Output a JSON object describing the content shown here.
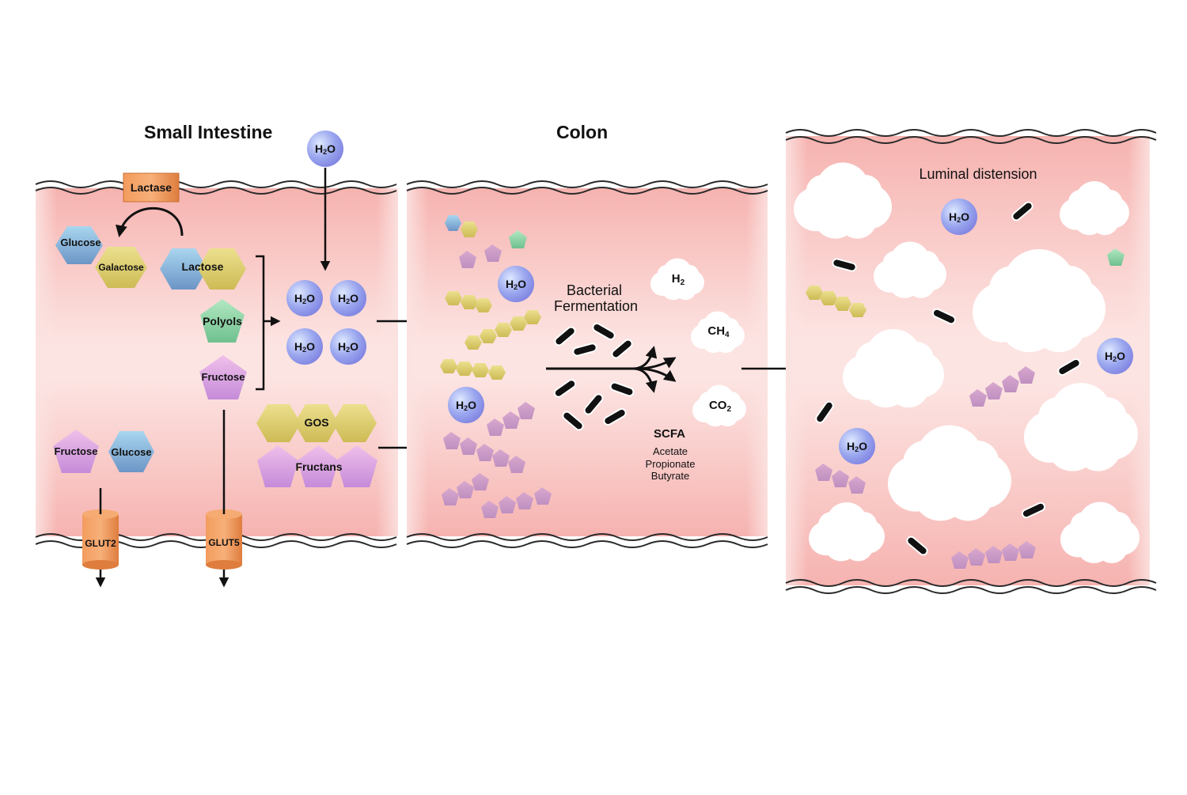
{
  "headers": {
    "small_intestine": "Small Intestine",
    "colon": "Colon"
  },
  "labels": {
    "lactase": "Lactase",
    "glucose": "Glucose",
    "galactose": "Galactose",
    "lactose": "Lactose",
    "polyols": "Polyols",
    "fructose": "Fructose",
    "gos": "GOS",
    "fructans": "Fructans",
    "glut2": "GLUT2",
    "glut5": "GLUT5",
    "water_main": "H",
    "water_sub": "2",
    "water_end": "O",
    "bacterial_fermentation_1": "Bacterial",
    "bacterial_fermentation_2": "Fermentation",
    "h2_main": "H",
    "h2_sub": "2",
    "ch4_main": "CH",
    "ch4_sub": "4",
    "co2_main": "CO",
    "co2_sub": "2",
    "scfa": "SCFA",
    "acetate": "Acetate",
    "propionate": "Propionate",
    "butyrate": "Butyrate",
    "luminal_distension": "Luminal distension"
  },
  "colors": {
    "tissue_pink": "#f7b9b5",
    "water_blue": "#8f9be8",
    "glucose_blue": "#8ab8d6",
    "galactose_yellow": "#e2d178",
    "polyol_green": "#8cd4a6",
    "fructose_purple": "#d9a6dd",
    "transporter_orange": "#e98a4e",
    "lactase_orange": "#ee9a5c"
  }
}
